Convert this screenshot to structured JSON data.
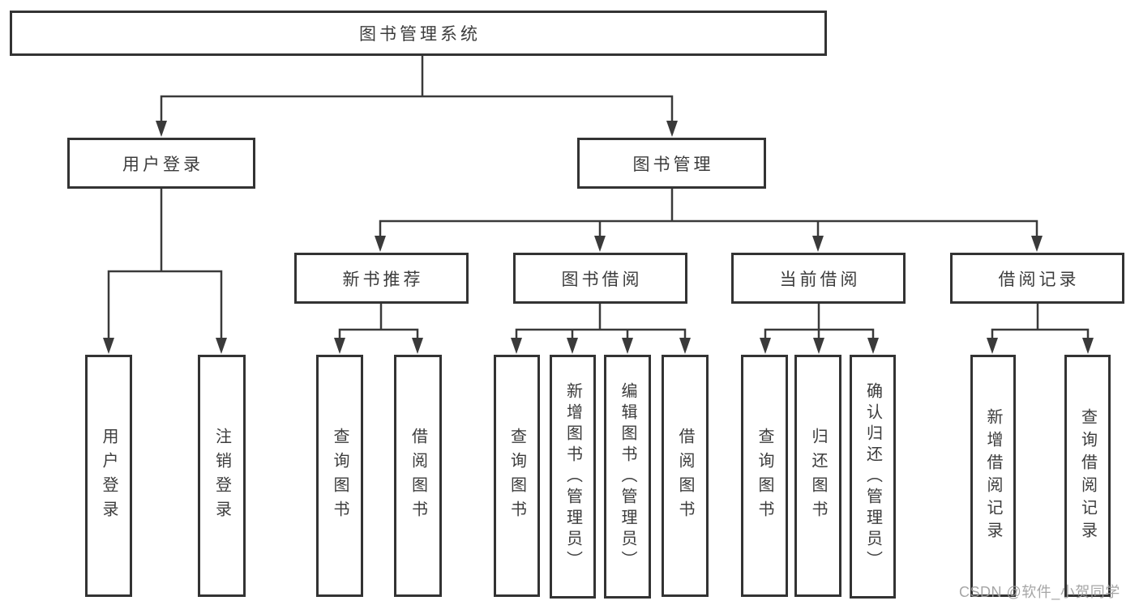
{
  "diagram_title": "图书管理系统",
  "tree": {
    "root": {
      "label": "图书管理系统"
    },
    "children": [
      {
        "label": "用户登录",
        "children": [
          {
            "label": "用户登录"
          },
          {
            "label": "注销登录"
          }
        ]
      },
      {
        "label": "图书管理",
        "children": [
          {
            "label": "新书推荐",
            "children": [
              {
                "label": "查询图书"
              },
              {
                "label": "借阅图书"
              }
            ]
          },
          {
            "label": "图书借阅",
            "children": [
              {
                "label": "查询图书"
              },
              {
                "label": "新增图书（管理员）"
              },
              {
                "label": "编辑图书（管理员）"
              },
              {
                "label": "借阅图书"
              }
            ]
          },
          {
            "label": "当前借阅",
            "children": [
              {
                "label": "查询图书"
              },
              {
                "label": "归还图书"
              },
              {
                "label": "确认归还（管理员）"
              }
            ]
          },
          {
            "label": "借阅记录",
            "children": [
              {
                "label": "新增借阅记录"
              },
              {
                "label": "查询借阅记录"
              }
            ]
          }
        ]
      }
    ]
  },
  "watermark": "CSDN @软件_小贺同学",
  "colors": {
    "line": "#3a3a3a",
    "box_border": "#333333",
    "text": "#3c3c3c",
    "watermark": "#9e9e9e",
    "background": "#ffffff"
  }
}
